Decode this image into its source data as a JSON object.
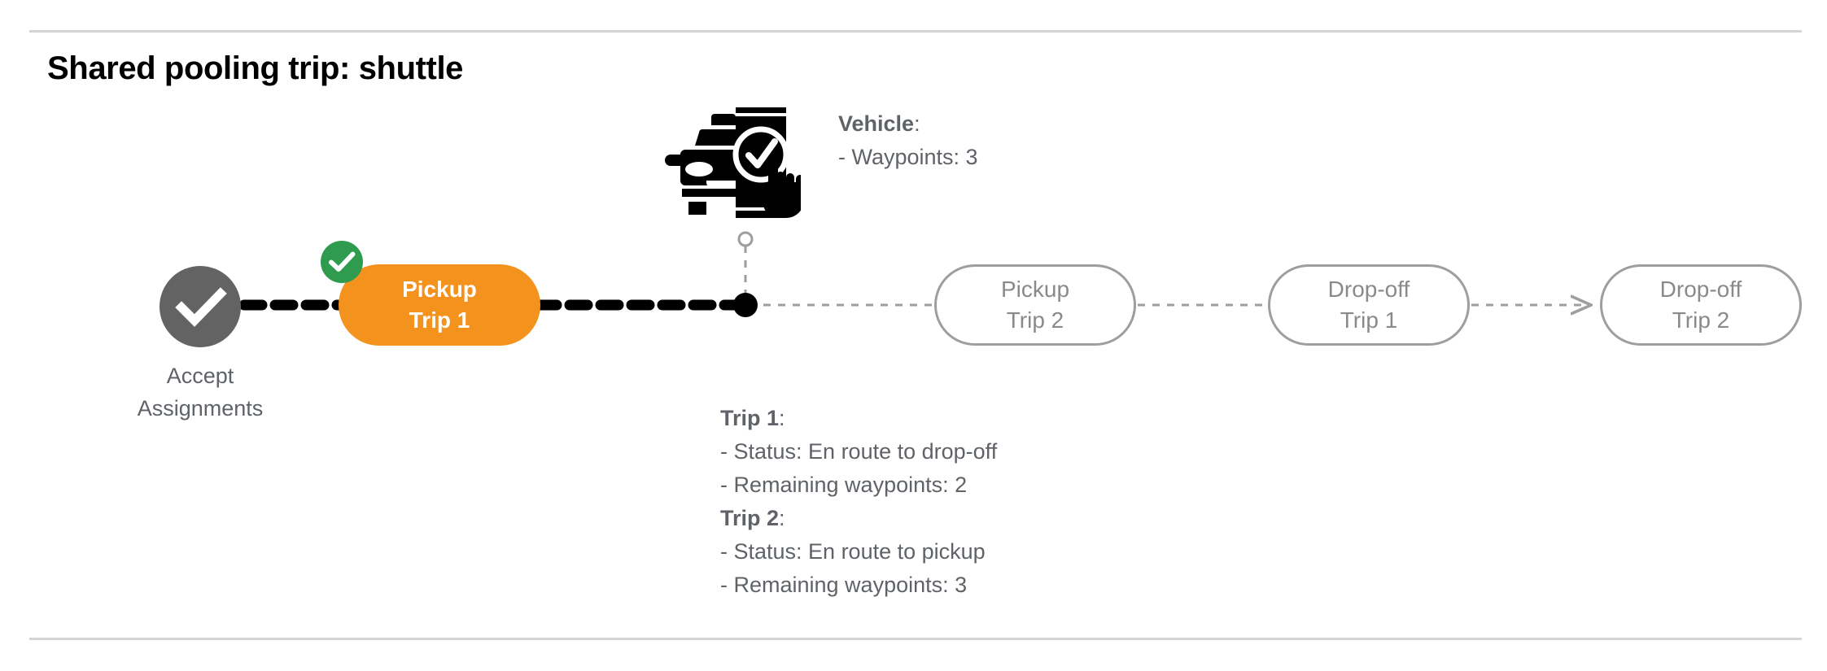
{
  "page": {
    "title": "Shared pooling trip: shuttle"
  },
  "colors": {
    "active_node": "#F4921E",
    "completed_node": "#636363",
    "completed_badge": "#2E9B4F",
    "upcoming_node_border": "#9e9e9e",
    "upcoming_node_text": "#8a8a8a",
    "info_text": "#5f6368",
    "rule": "#d4d4d4",
    "active_path": "#000000",
    "future_path": "#9e9e9e"
  },
  "flow": {
    "start": {
      "icon": "check-circle-icon",
      "label_line1": "Accept",
      "label_line2": "Assignments",
      "state": "completed"
    },
    "nodes": [
      {
        "name": "pickup-trip-1",
        "line1": "Pickup",
        "line2": "Trip 1",
        "state": "active",
        "badge_icon": "check-badge-icon"
      },
      {
        "name": "pickup-trip-2",
        "line1": "Pickup",
        "line2": "Trip 2",
        "state": "upcoming"
      },
      {
        "name": "dropoff-trip-1",
        "line1": "Drop-off",
        "line2": "Trip 1",
        "state": "upcoming"
      },
      {
        "name": "dropoff-trip-2",
        "line1": "Drop-off",
        "line2": "Trip 2",
        "state": "upcoming"
      }
    ]
  },
  "vehicle": {
    "icon": "vehicle-phone-check-icon",
    "marker_icon": "vehicle-position-marker-icon",
    "heading": "Vehicle",
    "heading_colon": ":",
    "waypoints_line": "- Waypoints: 3",
    "waypoints": 3
  },
  "trip_info": {
    "trip1": {
      "heading": "Trip 1",
      "heading_colon": ":",
      "status_line": "- Status:  En route to drop-off",
      "status": "En route to drop-off",
      "waypoints_line": "- Remaining waypoints: 2",
      "remaining_waypoints": 2
    },
    "trip2": {
      "heading": "Trip 2",
      "heading_colon": ":",
      "status_line": "- Status:  En route to pickup",
      "status": "En route to pickup",
      "waypoints_line": "- Remaining waypoints: 3",
      "remaining_waypoints": 3
    }
  }
}
